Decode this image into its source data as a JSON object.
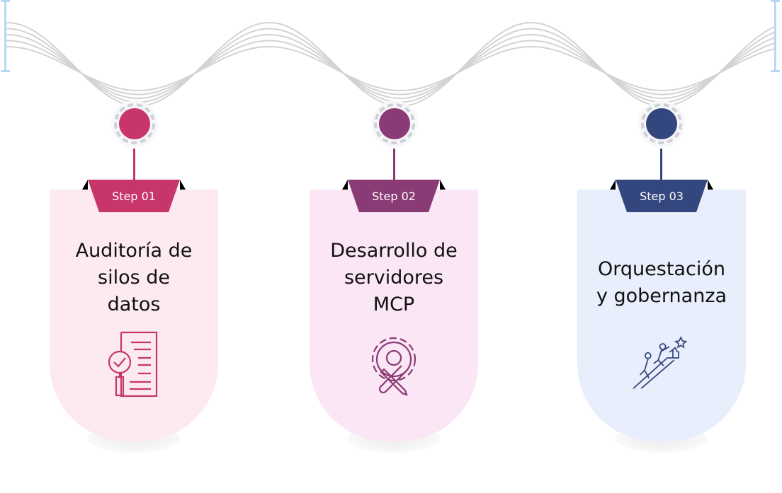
{
  "colors": {
    "step1": "#c8356a",
    "step2": "#8a3a74",
    "step3": "#34467e",
    "card1": "#fdeaf0",
    "card2": "#fbe6f6",
    "card3": "#e8eefb"
  },
  "steps": [
    {
      "badge": "Step 01",
      "title_lines": [
        "Auditoría de",
        "silos de",
        "datos"
      ],
      "icon": "document-magnifier-check-icon"
    },
    {
      "badge": "Step 02",
      "title_lines": [
        "Desarrollo de",
        "servidores",
        "MCP"
      ],
      "icon": "gear-wrench-pencil-icon"
    },
    {
      "badge": "Step 03",
      "title_lines": [
        "Orquestación",
        "y gobernanza"
      ],
      "icon": "climbing-team-star-icon"
    }
  ]
}
